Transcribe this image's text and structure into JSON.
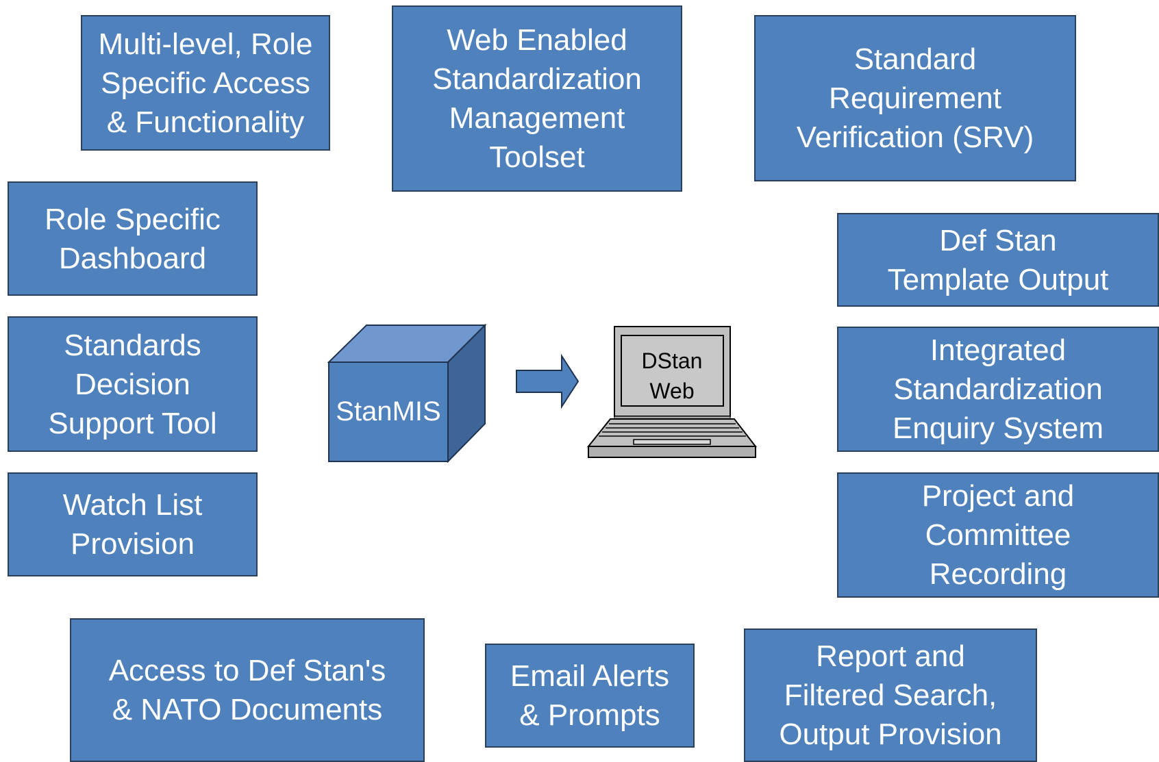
{
  "boxes": {
    "multi_level": "Multi-level, Role\nSpecific Access\n& Functionality",
    "web_enabled": "Web Enabled\nStandardization\nManagement\nToolset",
    "srv": "Standard\nRequirement\nVerification (SRV)",
    "role_dashboard": "Role Specific\nDashboard",
    "decision_support": "Standards\nDecision\nSupport Tool",
    "watch_list": "Watch List\nProvision",
    "template_output": "Def Stan\nTemplate Output",
    "enquiry_system": "Integrated\nStandardization\nEnquiry System",
    "committee_recording": "Project and\nCommittee\nRecording",
    "access_docs": "Access to Def Stan's\n& NATO Documents",
    "email_alerts": "Email Alerts\n& Prompts",
    "report_search": "Report and\nFiltered Search,\nOutput Provision"
  },
  "center": {
    "stanmis_label": "StanMIS",
    "dstan_line1": "DStan",
    "dstan_line2": "Web"
  },
  "colors": {
    "box_fill": "#4f81bd",
    "box_border": "#2a3f5a",
    "cube_top": "#7097ce",
    "cube_side": "#3d6597",
    "laptop_gray": "#c0c0c0"
  }
}
